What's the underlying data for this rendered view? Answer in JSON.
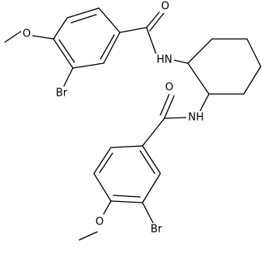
{
  "molecule": {
    "atoms": {
      "o_carbonyl_top": "O",
      "nh_top": "HN",
      "o_methoxy_top": "O",
      "br_top": "Br",
      "o_carbonyl_bottom": "O",
      "nh_bottom": "NH",
      "o_methoxy_bottom": "O",
      "br_bottom": "Br"
    }
  }
}
